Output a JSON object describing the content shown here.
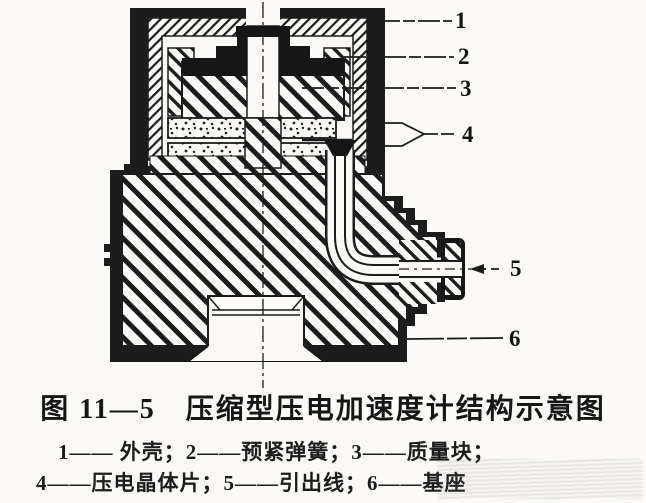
{
  "figure_caption": {
    "title": "图 11—5　压缩型压电加速度计结构示意图",
    "legend_line_1": "1—— 外壳；2——预紧弹簧；3——质量块；",
    "legend_line_2": "4——压电晶体片；5——引出线；6——基座"
  },
  "diagram": {
    "part_labels": [
      "1",
      "2",
      "3",
      "4",
      "5",
      "6"
    ],
    "parts": [
      {
        "num": "1",
        "name": "外壳"
      },
      {
        "num": "2",
        "name": "预紧弹簧"
      },
      {
        "num": "3",
        "name": "质量块"
      },
      {
        "num": "4",
        "name": "压电晶体片"
      },
      {
        "num": "5",
        "name": "引出线"
      },
      {
        "num": "6",
        "name": "基座"
      }
    ]
  },
  "colors": {
    "ink": "#1c1c1c",
    "paper": "#fbfaf6"
  }
}
